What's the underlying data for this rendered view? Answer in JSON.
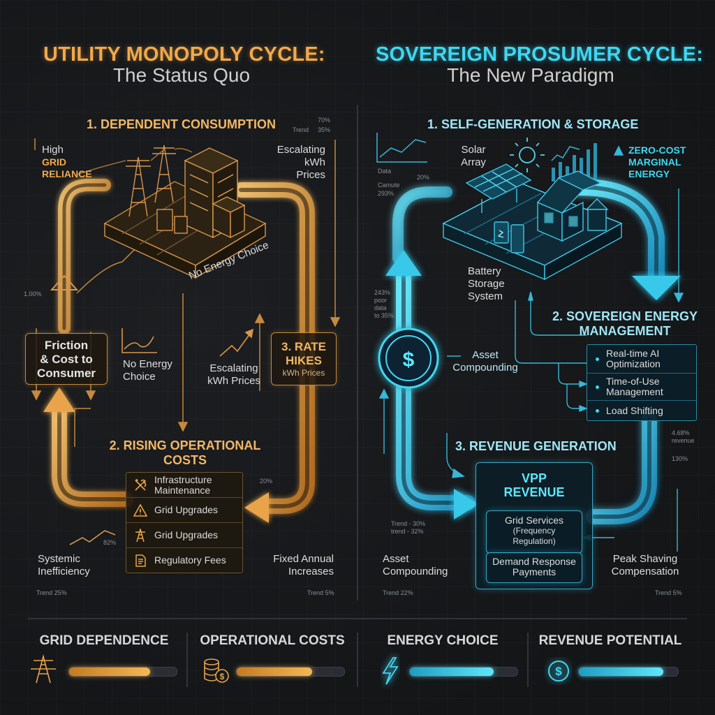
{
  "left": {
    "title": "UTILITY MONOPOLY CYCLE:",
    "subtitle": "The Status Quo",
    "step1": "1. DEPENDENT CONSUMPTION",
    "step2_line1": "2. RISING OPERATIONAL",
    "step2_line2": "COSTS",
    "step3_line1": "3. RATE",
    "step3_line2": "HIKES",
    "step3_sub": "kWh Prices",
    "high_line1": "High",
    "high_line2": "GRID",
    "high_line3": "RELIANCE",
    "escalating_tr_line1": "Escalating",
    "escalating_tr_line2": "kWh",
    "escalating_tr_line3": "Prices",
    "no_choice_rotated": "No Energy Choice",
    "no_choice_line1": "No Energy",
    "no_choice_line2": "Choice",
    "escalating_mid_line1": "Escalating",
    "escalating_mid_line2": "kWh Prices",
    "friction_line1": "Friction",
    "friction_line2": "& Cost to",
    "friction_line3": "Consumer",
    "cost_items": [
      {
        "icon": "wrench-screwdriver-icon",
        "line1": "Infrastructure",
        "line2": "Maintenance"
      },
      {
        "icon": "warning-icon",
        "line1": "Grid Upgrades",
        "line2": ""
      },
      {
        "icon": "transmission-tower-icon",
        "line1": "Grid Upgrades",
        "line2": ""
      },
      {
        "icon": "document-icon",
        "line1": "Regulatory Fees",
        "line2": ""
      }
    ],
    "systemic_line1": "Systemic",
    "systemic_line2": "Inefficiency",
    "fixed_line1": "Fixed Annual",
    "fixed_line2": "Increases",
    "tiny_trend": "Trend",
    "tiny_70": "70%",
    "tiny_35": "35%",
    "tiny_100": "1.00%",
    "tiny_20": "20%",
    "tiny_82": "82%",
    "tiny_trend25": "Trend 25%",
    "tiny_trend5": "Trend 5%"
  },
  "right": {
    "title": "SOVEREIGN PROSUMER CYCLE:",
    "subtitle": "The New Paradigm",
    "step1": "1. SELF-GENERATION & STORAGE",
    "step2_line1": "2. SOVEREIGN ENERGY",
    "step2_line2": "MANAGEMENT",
    "step3": "3. REVENUE GENERATION",
    "solar_line1": "Solar",
    "solar_line2": "Array",
    "zero_line1": "ZERO-COST",
    "zero_line2": "MARGINAL",
    "zero_line3": "ENERGY",
    "battery_line1": "Battery",
    "battery_line2": "Storage",
    "battery_line3": "System",
    "asset_mid_line1": "Asset",
    "asset_mid_line2": "Compounding",
    "mgmt_items": [
      {
        "line1": "Real-time AI",
        "line2": "Optimization"
      },
      {
        "line1": "Time-of-Use",
        "line2": "Management"
      },
      {
        "line1": "Load Shifting",
        "line2": ""
      }
    ],
    "vpp_line1": "VPP",
    "vpp_line2": "REVENUE",
    "grid_services_line1": "Grid Services",
    "grid_services_line2": "(Frequency",
    "grid_services_line3": "Regulation)",
    "demand_line1": "Demand Response",
    "demand_line2": "Payments",
    "asset_bottom_line1": "Asset",
    "asset_bottom_line2": "Compounding",
    "peak_line1": "Peak Shaving",
    "peak_line2": "Compensation",
    "tiny_data": "Data",
    "tiny_camute": "Camute",
    "tiny_293": "293%",
    "tiny_20": "20%",
    "tiny_243_1": "243%",
    "tiny_243_2": "poor",
    "tiny_243_3": "data",
    "tiny_243_4": "to 35%",
    "tiny_468_1": "4.68%",
    "tiny_468_2": "revenue",
    "tiny_130": "130%",
    "tiny_trend30": "Trend - 30%",
    "tiny_trend32": "trend - 32%",
    "tiny_trend22": "Trend 22%",
    "tiny_trend5": "Trend 5%"
  },
  "metrics": [
    {
      "label": "GRID DEPENDENCE",
      "icon": "transmission-tower-icon",
      "fill": 0.75,
      "theme": "orange"
    },
    {
      "label": "OPERATIONAL COSTS",
      "icon": "coin-stack-icon",
      "fill": 0.7,
      "theme": "orange"
    },
    {
      "label": "ENERGY CHOICE",
      "icon": "lightning-icon",
      "fill": 0.78,
      "theme": "cyan"
    },
    {
      "label": "REVENUE POTENTIAL",
      "icon": "dollar-coin-icon",
      "fill": 0.85,
      "theme": "cyan"
    }
  ],
  "colors": {
    "orange": "#f2a94b",
    "cyan": "#3fd7f2",
    "background": "#15181c"
  }
}
